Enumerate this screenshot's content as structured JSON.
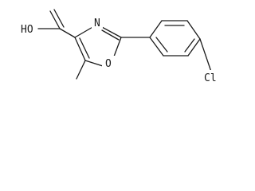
{
  "structure": {
    "labels": {
      "carboxylic_acid": "HO",
      "ring_nitrogen": "N",
      "ring_oxygen": "O",
      "chlorine": "Cl"
    },
    "ink_color": "#1a1a1a",
    "background_color": "#ffffff"
  }
}
